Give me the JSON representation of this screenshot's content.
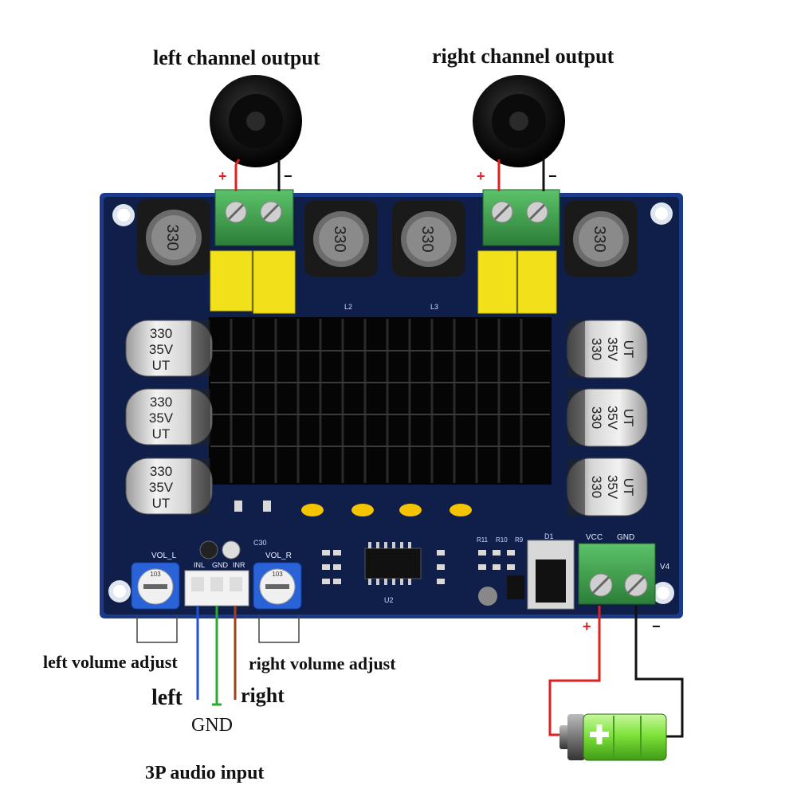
{
  "labels": {
    "left_output": "left channel output",
    "right_output": "right channel output",
    "left_volume": "left volume adjust",
    "right_volume": "right volume adjust",
    "left": "left",
    "right": "right",
    "gnd": "GND",
    "audio_input": "3P audio input"
  },
  "polarity": {
    "plus": "+",
    "minus": "−"
  },
  "board": {
    "inductor_code": "330",
    "capacitor_lines": [
      "330",
      "35V",
      "UT"
    ],
    "silk": {
      "vol_l": "VOL_L",
      "vol_r": "VOL_R",
      "inl": "INL",
      "gnd": "GND",
      "inr": "INR",
      "vcc": "VCC",
      "gnd_power": "GND",
      "v4": "V4",
      "d1": "D1",
      "u2": "U2",
      "l2": "L2",
      "l3": "L3",
      "c30": "C30",
      "r11": "R11",
      "r10": "R10",
      "r9": "R9"
    },
    "pot_code": "103"
  },
  "colors": {
    "pcb": "#0f1f4a",
    "pcb_edge": "#1c3a8a",
    "terminal": "#3fa34d",
    "wire_red": "#e0211f",
    "wire_black": "#111111",
    "wire_blue": "#2350d8",
    "wire_green": "#2eaa2e",
    "wire_brown": "#a0401c",
    "cap_yellow": "#f2e11a",
    "battery_green": "#7ee33a"
  },
  "icons": [
    "speaker-icon",
    "battery-icon"
  ]
}
